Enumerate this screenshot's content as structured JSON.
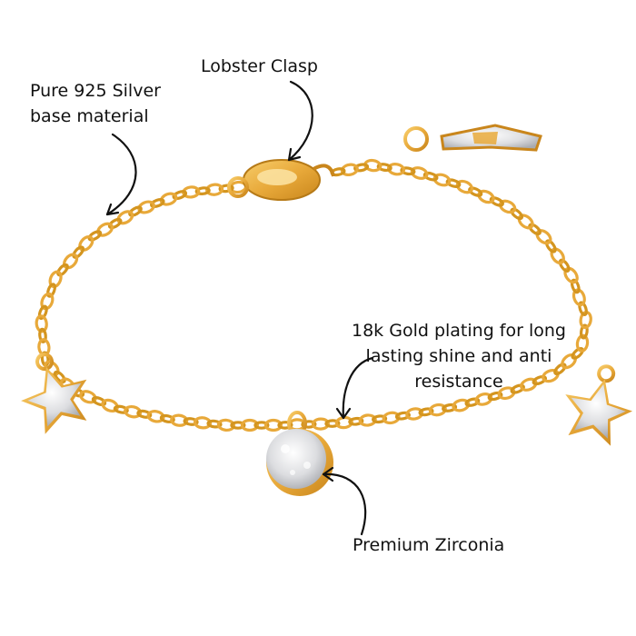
{
  "annotations": {
    "silver": {
      "line1": "Pure 925 Silver",
      "line2": "base material"
    },
    "clasp": {
      "text": "Lobster Clasp"
    },
    "gold": {
      "line1": "18k Gold plating for long",
      "line2": "lasting shine and anti",
      "line3": "resistance"
    },
    "zirconia": {
      "text": "Premium Zirconia"
    }
  },
  "colors": {
    "gold": "#E8A93A",
    "gold_dark": "#C9861C",
    "gold_light": "#F7CD6B",
    "silver": "#D9DADC",
    "silver_light": "#F4F5F6",
    "annotation_line": "#111111"
  }
}
